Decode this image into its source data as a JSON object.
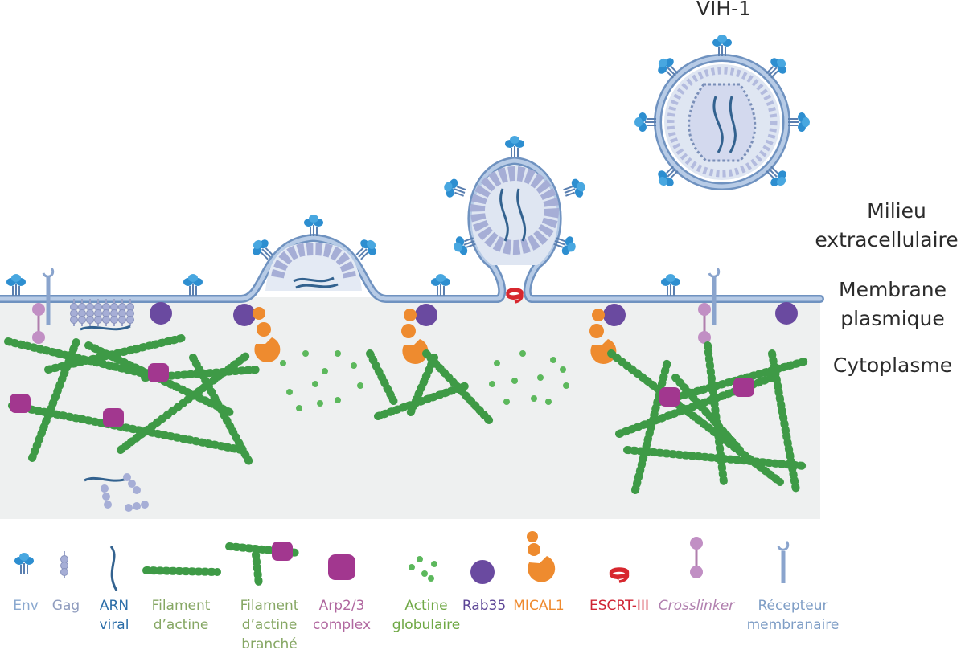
{
  "labels": {
    "virus": "VIH-1",
    "extracellular": [
      "Milieu",
      "extracellulaire"
    ],
    "membrane": [
      "Membrane",
      "plasmique"
    ],
    "cytoplasm": "Cytoplasme"
  },
  "legend": [
    {
      "label": "Env",
      "color": "#8aa8cf"
    },
    {
      "label": "Gag",
      "color": "#8f9cbe"
    },
    {
      "label": "ARN\nviral",
      "color": "#2b6da8"
    },
    {
      "label": "Filament\nd’actine",
      "color": "#86a764"
    },
    {
      "label": "Filament\nd’actine\nbranché",
      "color": "#86a764"
    },
    {
      "label": "Arp2/3\ncomplex",
      "color": "#b0679f"
    },
    {
      "label": "Actine\nglobulaire",
      "color": "#6fa845"
    },
    {
      "label": "Rab35",
      "color": "#5c4596"
    },
    {
      "label": "MICAL1",
      "color": "#ef8a2e"
    },
    {
      "label": "ESCRT-III",
      "color": "#cf2434"
    },
    {
      "label": "Crosslinker",
      "color": "#b07fae"
    },
    {
      "label": "Récepteur\nmembranaire",
      "color": "#7f9ec6"
    }
  ],
  "colors": {
    "cytoplasm": "#eef0f0",
    "membrane": "#a9c0de",
    "membrane_edge": "#6f92c0",
    "env": "#2d8ed0",
    "gag": "#a6aed6",
    "actin": "#3e9a46",
    "actin_light": "#5cb85c",
    "arp": "#a2378f",
    "rab35": "#6a4aa0",
    "mical1": "#ee8b2f",
    "escrt": "#d7272e",
    "crosslinker": "#c18fc4"
  }
}
